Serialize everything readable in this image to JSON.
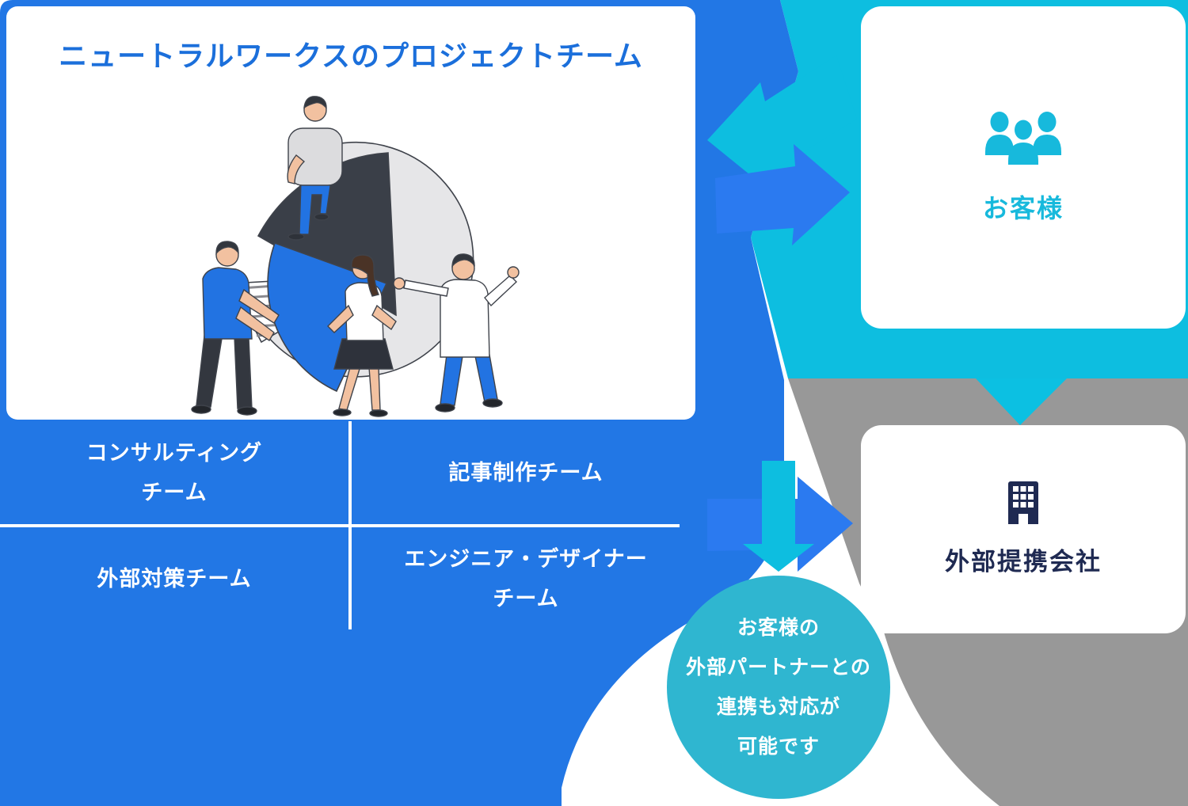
{
  "panel": {
    "title": "ニュートラルワークスのプロジェクトチーム"
  },
  "teams": {
    "consulting": {
      "line1": "コンサルティング",
      "line2": "チーム"
    },
    "article": {
      "line1": "記事制作チーム"
    },
    "external": {
      "line1": "外部対策チーム"
    },
    "engineer": {
      "line1": "エンジニア・デザイナー",
      "line2": "チーム"
    }
  },
  "customer_card": {
    "label": "お客様",
    "icon": "users-icon"
  },
  "partner_card": {
    "label": "外部提携会社",
    "icon": "building-icon"
  },
  "note_circle": {
    "line1": "お客様の",
    "line2": "外部パートナーとの",
    "line3": "連携も対応が",
    "line4": "可能です"
  },
  "colors": {
    "panel_blue": "#2277e5",
    "arrow_blue": "#2b7af0",
    "cyan": "#0dbee0",
    "note_teal": "#2fb6d0",
    "gray": "#989898",
    "navy": "#1f2a52",
    "title_blue": "#1b6fdb"
  }
}
